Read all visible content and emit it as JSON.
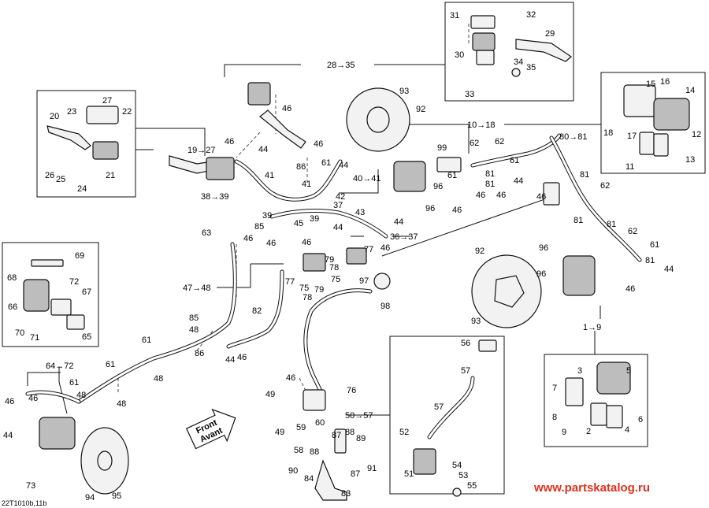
{
  "diagram": {
    "code": "22T1010b,11b",
    "watermark": "www.partskatalog.ru",
    "front_label": [
      "Front",
      "Avant"
    ],
    "group_labels": {
      "g28_35": "28→35",
      "g19_27": "19→27",
      "g38_39": "38→39",
      "g40_41": "40→41",
      "g10_18": "10→18",
      "g80_81": "80→81",
      "g36_37": "36→37",
      "g47_48": "47→48",
      "g64_72": "64→72",
      "g50_57": "50→57",
      "g1_9": "1→9"
    },
    "labels": {
      "n31": "31",
      "n32": "32",
      "n29": "29",
      "n30": "30",
      "n34": "34",
      "n35": "35",
      "n33": "33",
      "n93a": "93",
      "n92a": "92",
      "n15": "15",
      "n16": "16",
      "n14": "14",
      "n18": "18",
      "n17": "17",
      "n12": "12",
      "n11": "11",
      "n13": "13",
      "n46a": "46",
      "n20": "20",
      "n23": "23",
      "n27": "27",
      "n22": "22",
      "n26": "26",
      "n25": "25",
      "n21": "21",
      "n24": "24",
      "n46b": "46",
      "n44a": "44",
      "n46c": "46",
      "n86a": "86",
      "n61a": "61",
      "n44b": "44",
      "n41a": "41",
      "n41b": "41",
      "n99": "99",
      "n62a": "62",
      "n62b": "62",
      "n61b": "61",
      "n61c": "61",
      "n81a": "81",
      "n81b": "81",
      "n96a": "96",
      "n44c": "44",
      "n46d": "46",
      "n46e": "46",
      "n96b": "96",
      "n46f": "46",
      "n81c": "81",
      "n62c": "62",
      "n81d": "81",
      "n81e": "81",
      "n62d": "62",
      "n61d": "61",
      "n81f": "81",
      "n44d": "44",
      "n46g": "46",
      "n39a": "39",
      "n39b": "39",
      "n42": "42",
      "n43": "43",
      "n37": "37",
      "n44e": "44",
      "n44f": "44",
      "n85a": "85",
      "n45": "45",
      "n46h": "46",
      "n46i": "46",
      "n63": "63",
      "n46j": "46",
      "n46k": "46",
      "n79a": "79",
      "n78a": "78",
      "n77a": "77",
      "n75a": "75",
      "n77b": "77",
      "n75b": "75",
      "n78b": "78",
      "n79b": "79",
      "n97": "97",
      "n98": "98",
      "n92b": "92",
      "n93b": "93",
      "n96c": "96",
      "n96d": "96",
      "n46l": "46",
      "n69": "69",
      "n68": "68",
      "n72": "72",
      "n66": "66",
      "n67": "67",
      "n70": "70",
      "n71": "71",
      "n65": "65",
      "n82": "82",
      "n85b": "85",
      "n48a": "48",
      "n86b": "86",
      "n61e": "61",
      "n48b": "48",
      "n61f": "61",
      "n44g": "44",
      "n46m": "46",
      "n61g": "61",
      "n48c": "48",
      "n48d": "48",
      "n46n": "46",
      "n46o": "46",
      "n44h": "44",
      "n73": "73",
      "n94": "94",
      "n95": "95",
      "n46p": "46",
      "n49a": "49",
      "n49b": "49",
      "n76": "76",
      "n59": "59",
      "n60": "60",
      "n58": "58",
      "n88a": "88",
      "n87a": "87",
      "n88b": "88",
      "n89": "89",
      "n90": "90",
      "n84": "84",
      "n87b": "87",
      "n91": "91",
      "n83": "83",
      "n56": "56",
      "n57a": "57",
      "n57b": "57",
      "n52": "52",
      "n51": "51",
      "n54": "54",
      "n53": "53",
      "n55": "55",
      "n3": "3",
      "n5": "5",
      "n7": "7",
      "n6": "6",
      "n8": "8",
      "n9": "9",
      "n2": "2",
      "n4": "4"
    }
  }
}
